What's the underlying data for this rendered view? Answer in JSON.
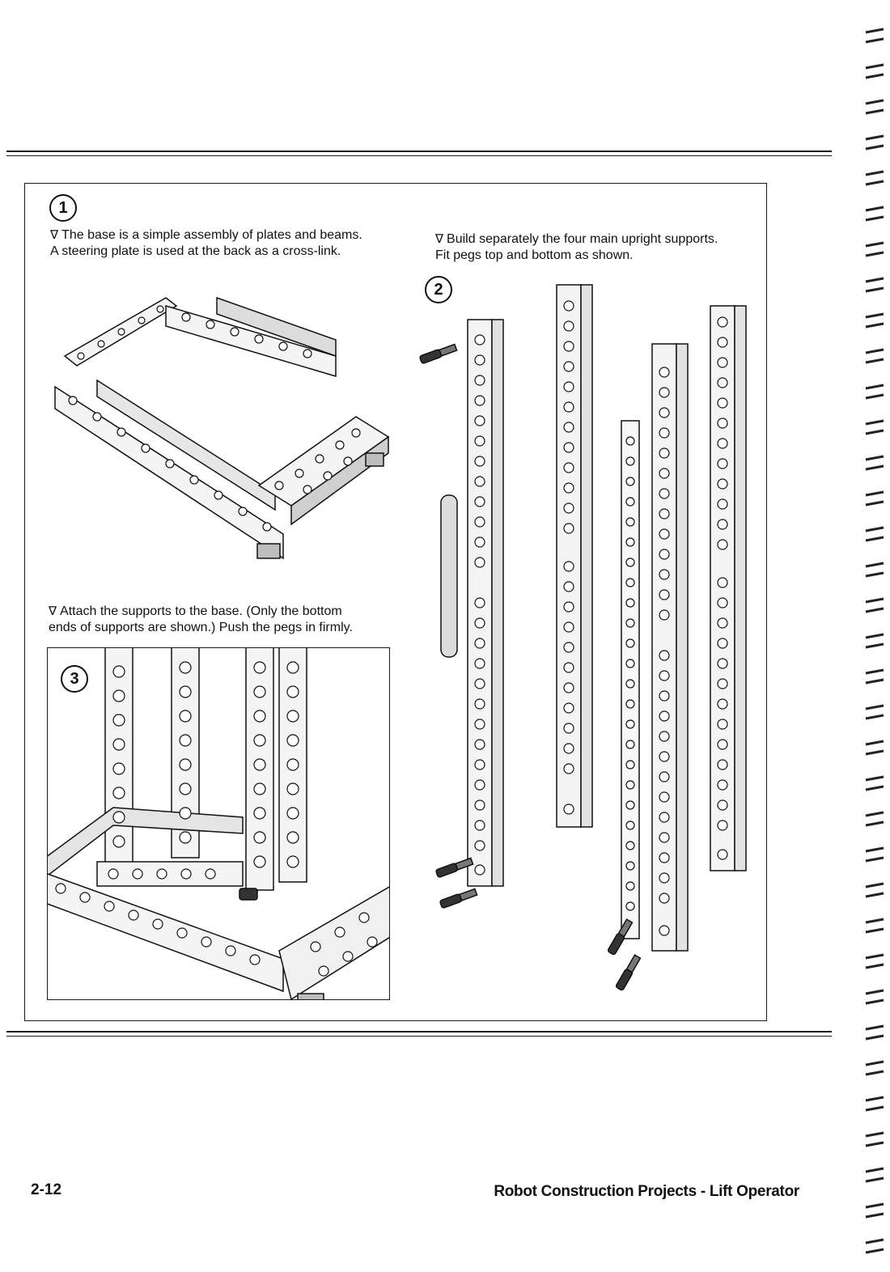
{
  "page": {
    "page_number": "2-12",
    "running_title": "Robot Construction Projects - Lift Operator"
  },
  "steps": [
    {
      "number": "1",
      "marker": "∇",
      "line1": "The base is a simple assembly of plates and beams.",
      "line2": "A steering plate is used at the back as a cross-link."
    },
    {
      "number": "2",
      "marker": "∇",
      "line1": "Build separately the four main upright supports.",
      "line2": "Fit pegs top and bottom as shown."
    },
    {
      "number": "3",
      "marker": "∇",
      "line1": "Attach the supports to the base. (Only the bottom",
      "line2": "ends of supports are shown.) Push the pegs in firmly."
    }
  ],
  "colors": {
    "ink": "#111111",
    "paper": "#ffffff",
    "part_fill": "#f4f4f4",
    "part_shade": "#bdbdbd"
  }
}
